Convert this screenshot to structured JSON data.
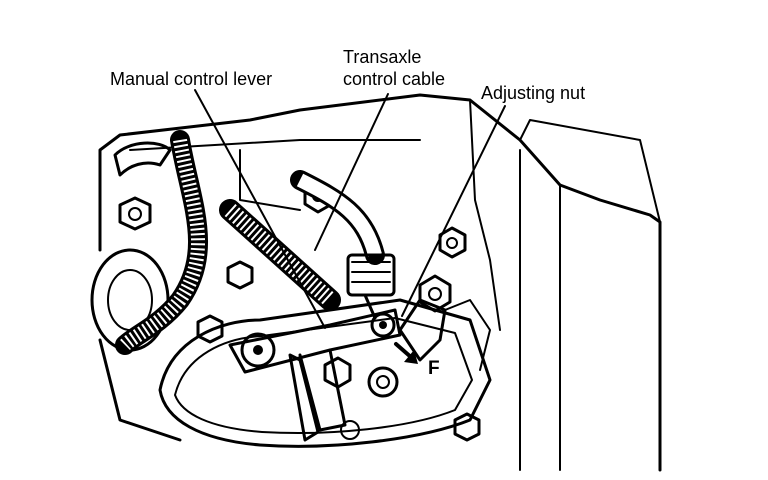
{
  "labels": {
    "manual_control_lever": "Manual control lever",
    "transaxle_cable_line1": "Transaxle",
    "transaxle_cable_line2": "control cable",
    "adjusting_nut": "Adjusting nut",
    "front_arrow": "F"
  }
}
